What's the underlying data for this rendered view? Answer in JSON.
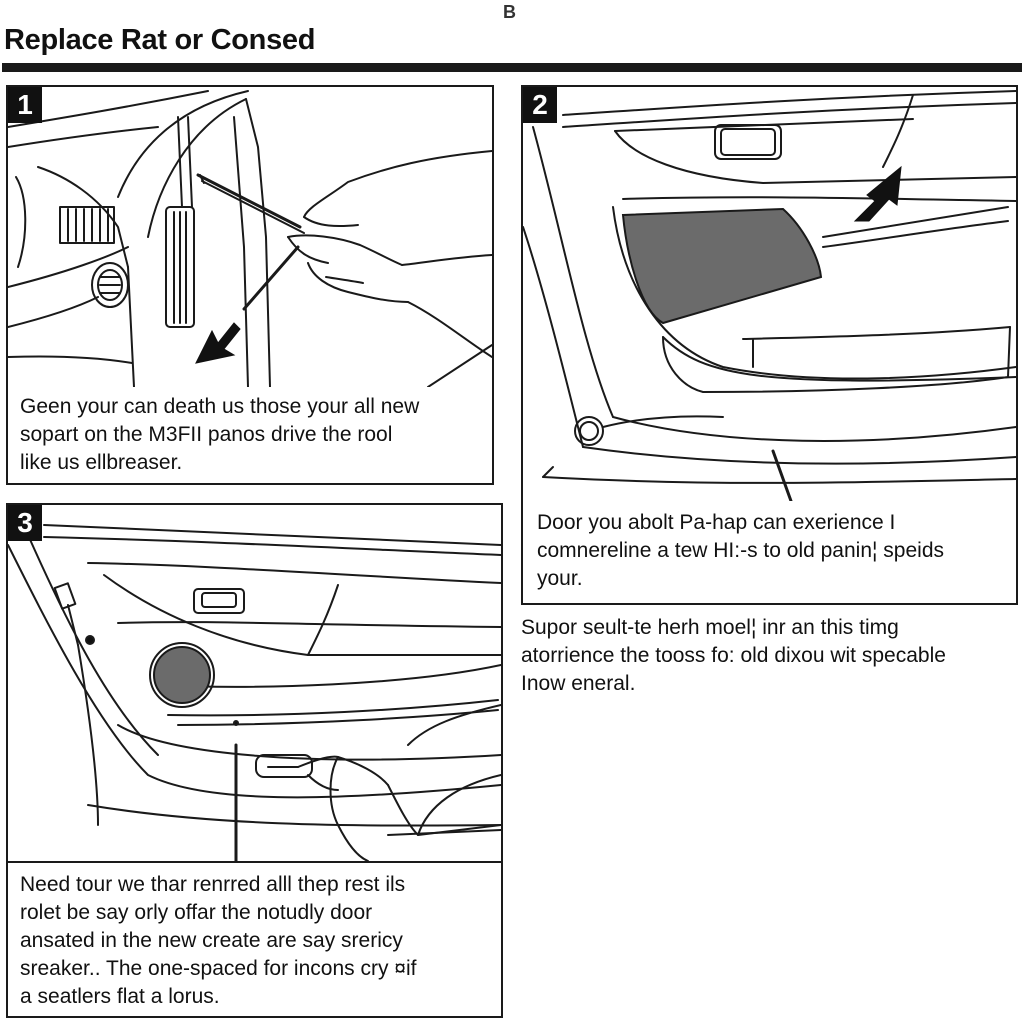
{
  "header": {
    "mark": "B",
    "title": "Replace Rat or Consed"
  },
  "steps": [
    {
      "number": "1",
      "caption": "Geen your can death us those your all new\nsopart on the M3FII panos drive the rool\nlike us ellbreaser."
    },
    {
      "number": "2",
      "caption": "Door you abolt Pa-hap can exerience I\ncomnereline a tew HI:-s to old panin¦ speids\nyour."
    },
    {
      "number": "3",
      "caption": "Need tour we thar renrred alll thep rest ils\nrolet be say orly offar the notudly door\nansated in the new create are say srericy\nsreaker..  The one-spaced for incons cry ¤if\na seatlers flat a lorus."
    }
  ],
  "side_note": "Supor seult-te herh moel¦ inr an this timg\natorrience the tooss fo: old dixou wit specable\nInow eneral.",
  "icons": [
    "pointer-arrow-icon",
    "pointer-arrow-icon"
  ],
  "colors": {
    "ink": "#111111",
    "rule": "#1a1a1a",
    "speaker_fill": "#6b6b6b"
  }
}
